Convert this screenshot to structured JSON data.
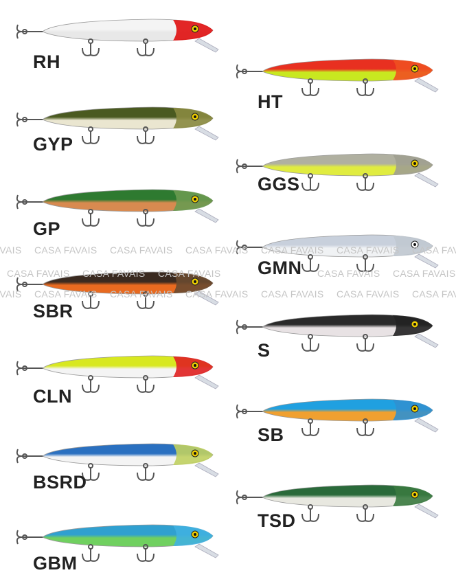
{
  "watermark": "CASA FAVAIS",
  "lures": [
    {
      "code": "RH",
      "top": "#f4f4f4",
      "bottom": "#e8e8e8",
      "head": "#e01010",
      "eye": "#f0d000"
    },
    {
      "code": "GYP",
      "top": "#4a5a20",
      "bottom": "#eae6d0",
      "head": "#8a8a40",
      "eye": "#f0d000"
    },
    {
      "code": "GP",
      "top": "#2e7a30",
      "bottom": "#d88a50",
      "head": "#6a9a50",
      "eye": "#f0d000"
    },
    {
      "code": "SBR",
      "top": "#3a2a20",
      "bottom": "#e86a20",
      "head": "#6a4a30",
      "eye": "#f0d000"
    },
    {
      "code": "CLN",
      "top": "#d8e820",
      "bottom": "#f4f4f4",
      "head": "#e02020",
      "eye": "#f0d000"
    },
    {
      "code": "BSRD",
      "top": "#2a70c0",
      "bottom": "#f4f4f4",
      "head": "#c0d060",
      "eye": "#f0d000"
    },
    {
      "code": "GBM",
      "top": "#30a0d0",
      "bottom": "#70d060",
      "head": "#40b0e0",
      "eye": "#f0d000"
    },
    {
      "code": "HT",
      "top": "#e83020",
      "bottom": "#c8e820",
      "head": "#f05020",
      "eye": "#f0d000"
    },
    {
      "code": "GGS",
      "top": "#b0b0a0",
      "bottom": "#e0ec40",
      "head": "#a0a090",
      "eye": "#f0d000"
    },
    {
      "code": "GMN",
      "top": "#c8d0dc",
      "bottom": "#f0f2f4",
      "head": "#c0c8d0",
      "eye": "#ffffff"
    },
    {
      "code": "S",
      "top": "#2a2a2a",
      "bottom": "#e8e2e4",
      "head": "#222222",
      "eye": "#f0d000"
    },
    {
      "code": "SB",
      "top": "#20a0e0",
      "bottom": "#f0a030",
      "head": "#3090d0",
      "eye": "#f0d000"
    },
    {
      "code": "TSD",
      "top": "#2a6a3a",
      "bottom": "#e8e8e0",
      "head": "#3a7a40",
      "eye": "#f0d000"
    }
  ]
}
